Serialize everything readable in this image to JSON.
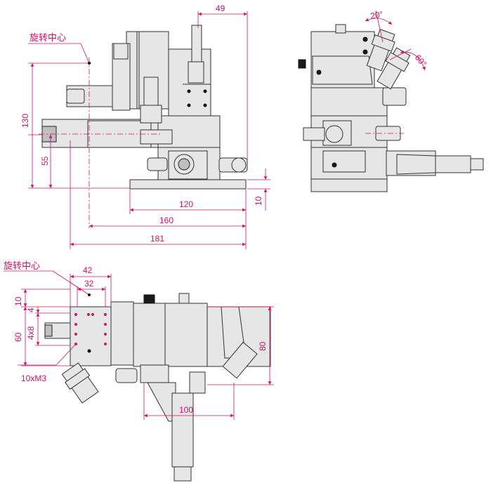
{
  "dimensions": {
    "d49": "49",
    "d20": "20°",
    "d60deg": "60°",
    "d130": "130",
    "d55": "55",
    "d120": "120",
    "d10a": "10",
    "d160": "160",
    "d181": "181",
    "d42": "42",
    "d32": "32",
    "d10b": "10",
    "d4": "4",
    "d4x8": "4x8",
    "d60": "60",
    "d80": "80",
    "d100": "100"
  },
  "notes": {
    "rotation_center_1": "旋转中心",
    "rotation_center_2": "旋转中心",
    "holes": "10xM3"
  },
  "colors": {
    "dimension": "#d0106a",
    "outline": "#333333"
  }
}
